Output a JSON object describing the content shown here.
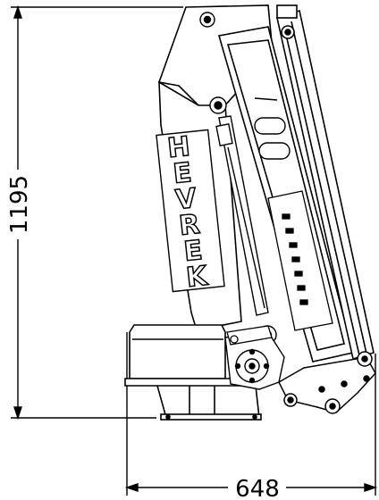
{
  "drawing": {
    "dimension_height": "1195",
    "dimension_width": "648",
    "brand_letters": [
      "H",
      "E",
      "V",
      "R",
      "E",
      "K"
    ]
  },
  "colors": {
    "line": "#000000",
    "background": "#ffffff",
    "shade": "#dcdcdc"
  }
}
